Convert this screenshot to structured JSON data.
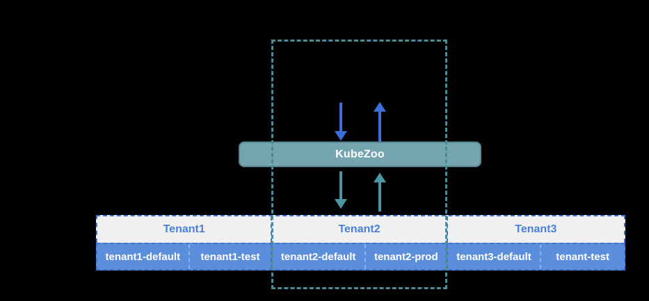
{
  "colors": {
    "bg": "#000000",
    "teal-line": "#4d8b97",
    "node-fill": "#74a5b1",
    "node-border": "#568591",
    "blue-arrow": "#3d6fdb",
    "teal-arrow": "#4a96a6",
    "hdr-bg": "#f0f0f1",
    "hdr-text": "#4a80d9",
    "ns-bg": "#5c8ede",
    "tbl-dark": "#3f72d3",
    "tbl-light": "#8ab0ee"
  },
  "diagram": {
    "node": {
      "label": "KubeZoo"
    },
    "arrows": [
      {
        "name": "blue-arrow-down",
        "direction": "down",
        "color": "#3d6fdb"
      },
      {
        "name": "blue-arrow-up",
        "direction": "up",
        "color": "#3d6fdb"
      },
      {
        "name": "teal-arrow-down",
        "direction": "down",
        "color": "#4a96a6"
      },
      {
        "name": "teal-arrow-up",
        "direction": "up",
        "color": "#4a96a6"
      }
    ],
    "tenants": [
      {
        "label": "Tenant1",
        "namespaces": [
          "tenant1-default",
          "tenant1-test"
        ]
      },
      {
        "label": "Tenant2",
        "namespaces": [
          "tenant2-default",
          "tenant2-prod"
        ]
      },
      {
        "label": "Tenant3",
        "namespaces": [
          "tenant3-default",
          "tenant-test"
        ]
      }
    ]
  }
}
